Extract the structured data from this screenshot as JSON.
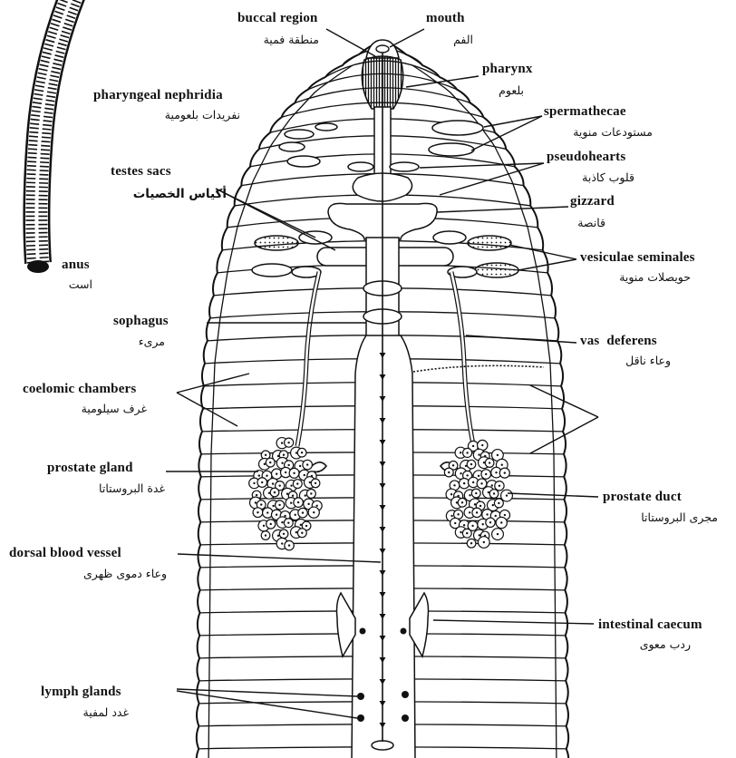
{
  "labels": {
    "buccal_region": {
      "en": "buccal region",
      "ar": "منطقة فمية"
    },
    "mouth": {
      "en": "mouth",
      "ar": "الفم"
    },
    "pharynx": {
      "en": "pharynx",
      "ar": "بلعوم"
    },
    "pharyngeal_nephridia": {
      "en": "pharyngeal nephridia",
      "ar": "نفريدات بلعومية"
    },
    "spermathecae": {
      "en": "spermathecae",
      "ar": "مستودعات منوية"
    },
    "pseudohearts": {
      "en": "pseudohearts",
      "ar": "قلوب كاذبة"
    },
    "testes_sacs": {
      "en": "testes sacs",
      "ar": "أكياس الخصيات"
    },
    "gizzard": {
      "en": "gizzard",
      "ar": "قانصة"
    },
    "vesiculae_seminales": {
      "en": "vesiculae seminales",
      "ar": "حويصلات منوية"
    },
    "anus": {
      "en": "anus",
      "ar": "است"
    },
    "oesophagus": {
      "en": "sophagus",
      "ar": "مرىء"
    },
    "vas_deferens": {
      "en": "vas  deferens",
      "ar": "وعاء ناقل"
    },
    "coelomic_chambers": {
      "en": "coelomic chambers",
      "ar": "غرف سيلومية"
    },
    "prostate_gland": {
      "en": "prostate gland",
      "ar": "غدة البروستاتا"
    },
    "prostate_duct": {
      "en": "prostate duct",
      "ar": "مجرى البروستاتا"
    },
    "dorsal_blood_vessel": {
      "en": "dorsal blood vessel",
      "ar": "وعاء دموى ظهرى"
    },
    "intestinal_caecum": {
      "en": "intestinal caecum",
      "ar": "ردب معوى"
    },
    "lymph_glands": {
      "en": "lymph glands",
      "ar": "غدد لمفية"
    }
  }
}
